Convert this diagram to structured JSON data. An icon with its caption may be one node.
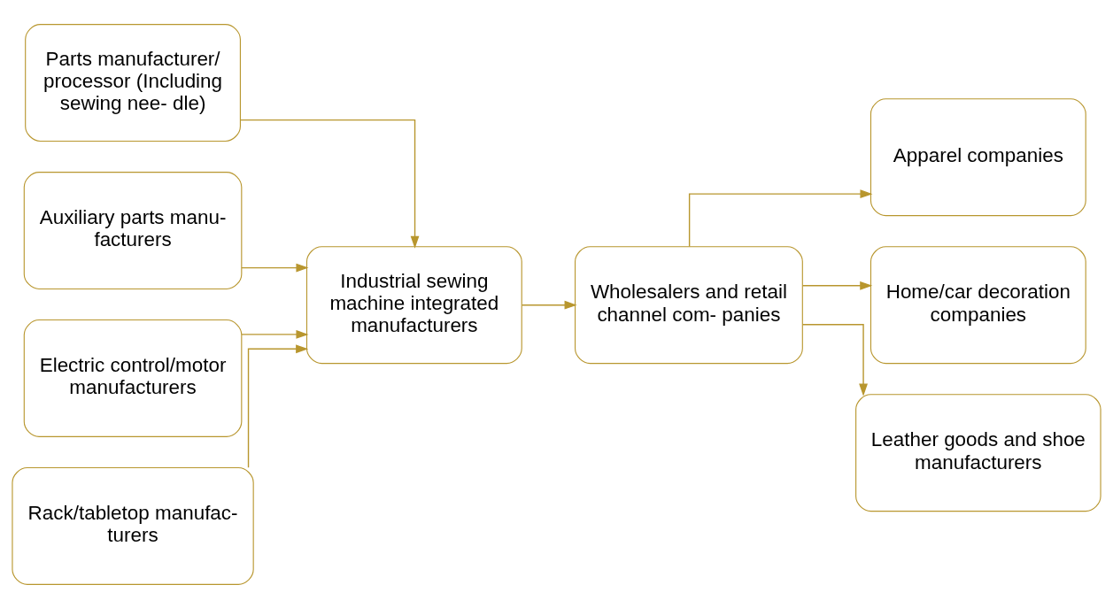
{
  "diagram": {
    "nodes": [
      {
        "text": [
          "Parts manufacturer/ processor (Including sewing nee- dle)"
        ]
      },
      {
        "text": [
          "Auxiliary parts manu- facturers"
        ]
      },
      {
        "text": [
          "Electric control/motor manufacturers"
        ]
      },
      {
        "text": [
          "Rack/tabletop manufac- turers"
        ]
      },
      {
        "text": [
          "Industrial sewing machine integrated manufacturers"
        ]
      },
      {
        "text": [
          "Wholesalers and retail channel com- panies"
        ]
      },
      {
        "text": [
          "Apparel companies"
        ]
      },
      {
        "text": [
          "Home/car decoration companies"
        ]
      },
      {
        "text": [
          "Leather goods and shoe manufacturers"
        ]
      }
    ],
    "edges": [
      {
        "from": 0,
        "to": 4,
        "arrow": "to"
      },
      {
        "from": 1,
        "to": 4,
        "arrow": "to"
      },
      {
        "from": 2,
        "to": 4,
        "arrow": "to"
      },
      {
        "from": 3,
        "to": 4,
        "arrow": "to"
      },
      {
        "from": 4,
        "to": 5,
        "arrow": "to"
      },
      {
        "from": 5,
        "to": 6,
        "arrow": "to"
      },
      {
        "from": 5,
        "to": 7,
        "arrow": "to"
      },
      {
        "from": 5,
        "to": 8,
        "arrow": "to"
      }
    ]
  }
}
